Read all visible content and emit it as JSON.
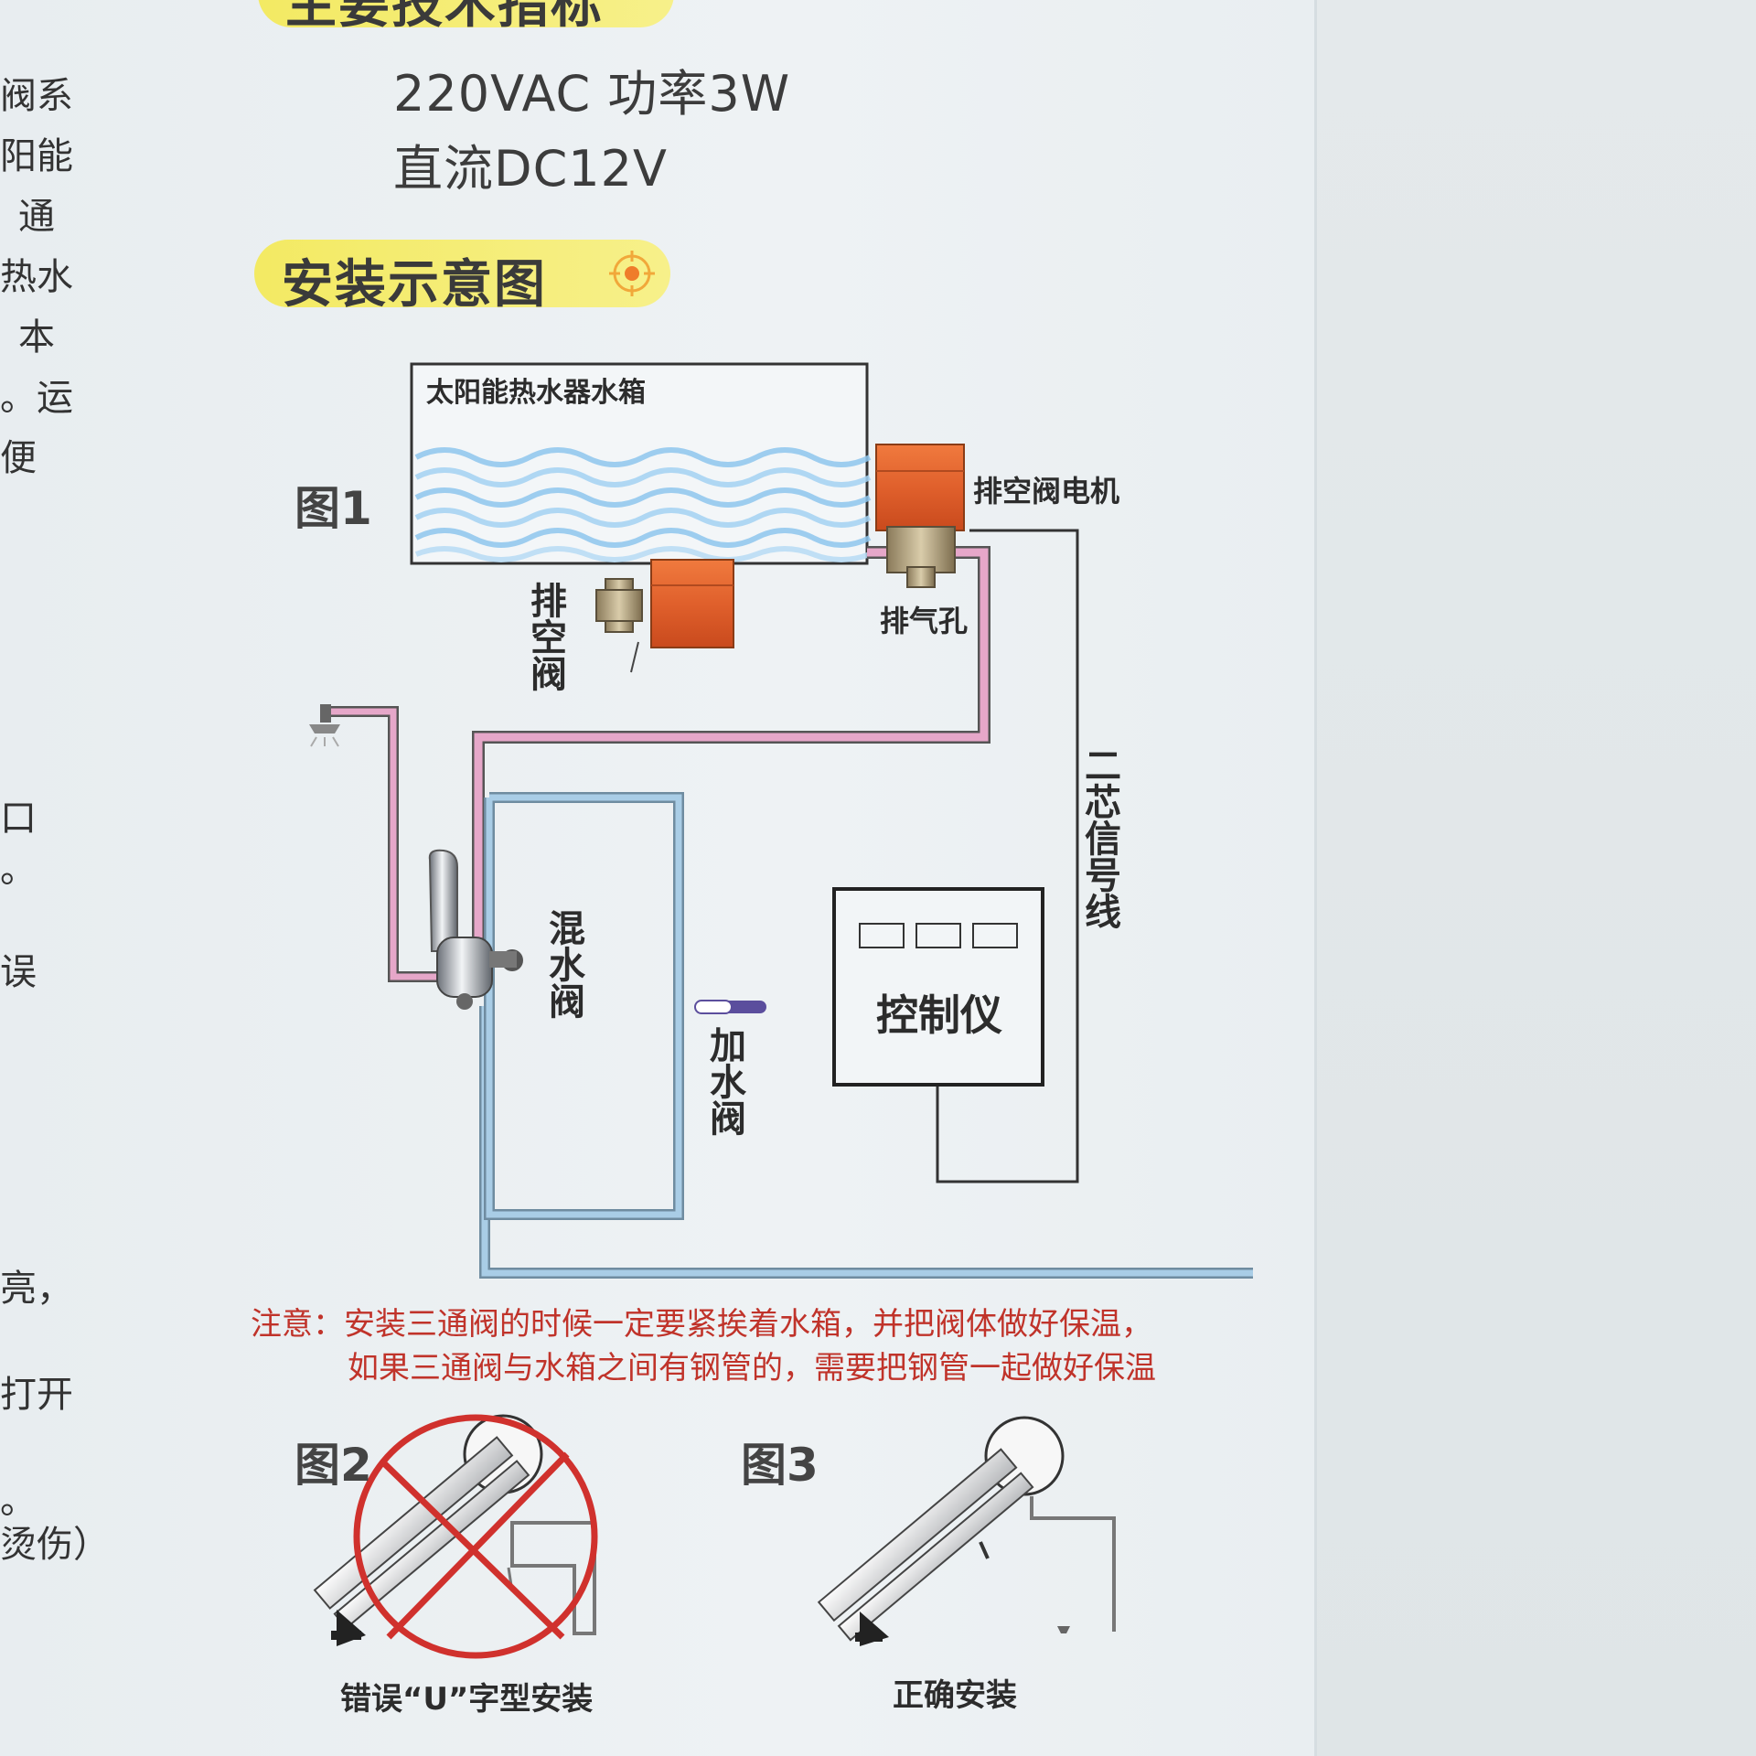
{
  "left_margin_text": [
    "阀系",
    "阳能",
    "通",
    "热水",
    "本",
    "。运",
    "便",
    "口",
    "。",
    "误",
    "亮，",
    "打开",
    "。",
    "烫伤）"
  ],
  "specs": {
    "section_title_partial": "主要技术指标",
    "line1": "220VAC 功率3W",
    "line2": "直流DC12V"
  },
  "install": {
    "section_title": "安装示意图"
  },
  "figure1": {
    "label": "图1",
    "tank": "太阳能热水器水箱",
    "drain_valve_motor": "排空阀电机",
    "drain_valve": "排空阀",
    "vent_hole": "排气孔",
    "mixing_valve": "混水阀",
    "fill_valve": "加水阀",
    "signal_wire": "二芯信号线",
    "controller": "控制仪"
  },
  "note": {
    "line1": "注意：安装三通阀的时候一定要紧挨着水箱，并把阀体做好保温，",
    "line2": "如果三通阀与水箱之间有钢管的，需要把钢管一起做好保温"
  },
  "figure2": {
    "label": "图2",
    "caption": "错误“U”字型安装"
  },
  "figure3": {
    "label": "图3",
    "caption": "正确安装"
  },
  "colors": {
    "hot_pipe": "#e6a7c9",
    "cold_pipe": "#a9cde6",
    "valve_orange": "#e0602c",
    "pill_yellow": "#f3ea63",
    "note_red": "#c0332a",
    "forbidden_red": "#d0312d"
  }
}
